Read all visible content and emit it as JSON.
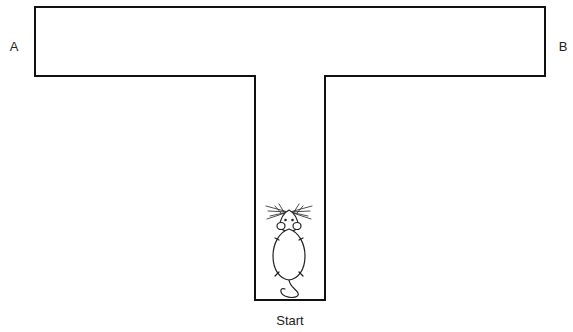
{
  "diagram": {
    "labels": [
      "A",
      "B",
      "Start"
    ]
  }
}
